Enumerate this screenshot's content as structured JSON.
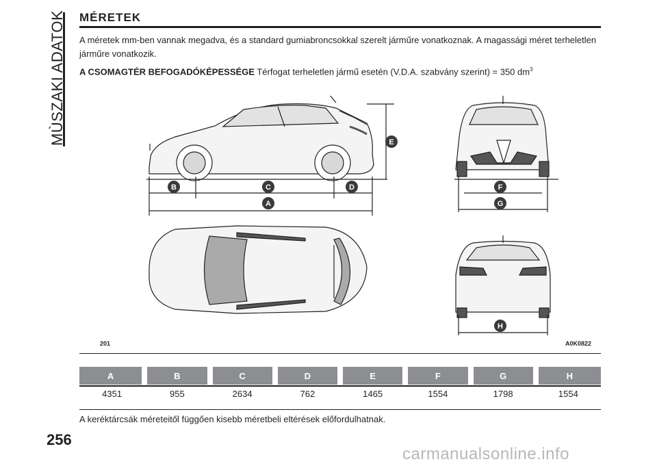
{
  "side_tab": "MÙSZAKI ADATOK",
  "page_number": "256",
  "title": "MÉRETEK",
  "intro": "A méretek mm-ben vannak megadva, és a standard gumiabroncsokkal szerelt járműre vonatkoznak. A magassági méret terheletlen járműre vonatkozik.",
  "luggage": {
    "label": "A CSOMAGTÉR BEFOGADÓKÉPESSÉGE",
    "text": "Térfogat terheletlen jármű esetén (V.D.A. szabvány szerint) = 350 dm",
    "sup": "3"
  },
  "figure": {
    "number": "201",
    "code": "A0K0822",
    "labels": [
      "A",
      "B",
      "C",
      "D",
      "E",
      "F",
      "G",
      "H"
    ]
  },
  "table": {
    "headers": [
      "A",
      "B",
      "C",
      "D",
      "E",
      "F",
      "G",
      "H"
    ],
    "values": [
      "4351",
      "955",
      "2634",
      "762",
      "1465",
      "1554",
      "1798",
      "1554"
    ]
  },
  "footnote": "A keréktárcsák méreteitől függően kisebb méretbeli eltérések előfordulhatnak.",
  "watermark": "carmanualsonline.info",
  "colors": {
    "rule": "#231f20",
    "header_bg": "#8c8e91",
    "badge": "#3a3a3a"
  }
}
